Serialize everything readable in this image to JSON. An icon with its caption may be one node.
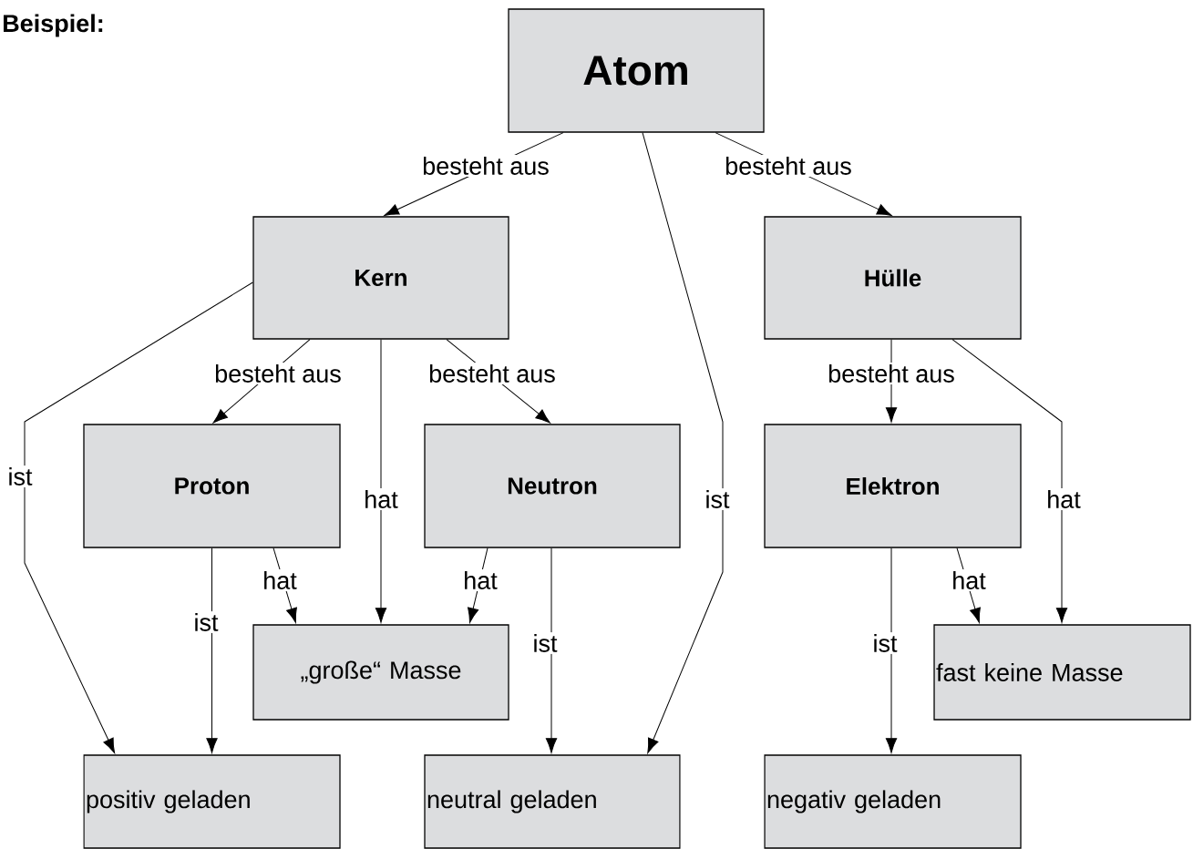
{
  "diagram": {
    "title": "Beispiel:",
    "nodes": [
      {
        "text": [
          "Atom"
        ]
      },
      {
        "text": [
          "Kern"
        ]
      },
      {
        "text": [
          "Hülle"
        ]
      },
      {
        "text": [
          "Proton"
        ]
      },
      {
        "text": [
          "Neutron"
        ]
      },
      {
        "text": [
          "Elektron"
        ]
      },
      {
        "text": [
          "„große“ Masse"
        ]
      },
      {
        "text": [
          "fast keine Masse"
        ]
      },
      {
        "text": [
          "positiv geladen"
        ]
      },
      {
        "text": [
          "neutral geladen"
        ]
      },
      {
        "text": [
          "negativ geladen"
        ]
      }
    ],
    "edges": [
      {
        "from": 0,
        "to": 1,
        "label": "besteht aus",
        "arrow": "to"
      },
      {
        "from": 0,
        "to": 2,
        "label": "besteht aus",
        "arrow": "to"
      },
      {
        "from": 1,
        "to": 3,
        "label": "besteht aus",
        "arrow": "to"
      },
      {
        "from": 1,
        "to": 4,
        "label": "besteht aus",
        "arrow": "to"
      },
      {
        "from": 1,
        "to": 8,
        "label": "ist",
        "arrow": "to"
      },
      {
        "from": 1,
        "to": 6,
        "label": "hat",
        "arrow": "to"
      },
      {
        "from": 0,
        "to": 9,
        "label": "ist",
        "arrow": "to"
      },
      {
        "from": 2,
        "to": 5,
        "label": "besteht aus",
        "arrow": "to"
      },
      {
        "from": 2,
        "to": 7,
        "label": "hat",
        "arrow": "to"
      },
      {
        "from": 3,
        "to": 8,
        "label": "ist",
        "arrow": "to"
      },
      {
        "from": 3,
        "to": 6,
        "label": "hat",
        "arrow": "to"
      },
      {
        "from": 4,
        "to": 6,
        "label": "hat",
        "arrow": "to"
      },
      {
        "from": 4,
        "to": 9,
        "label": "ist",
        "arrow": "to"
      },
      {
        "from": 5,
        "to": 10,
        "label": "ist",
        "arrow": "to"
      },
      {
        "from": 5,
        "to": 7,
        "label": "hat",
        "arrow": "to"
      }
    ]
  }
}
